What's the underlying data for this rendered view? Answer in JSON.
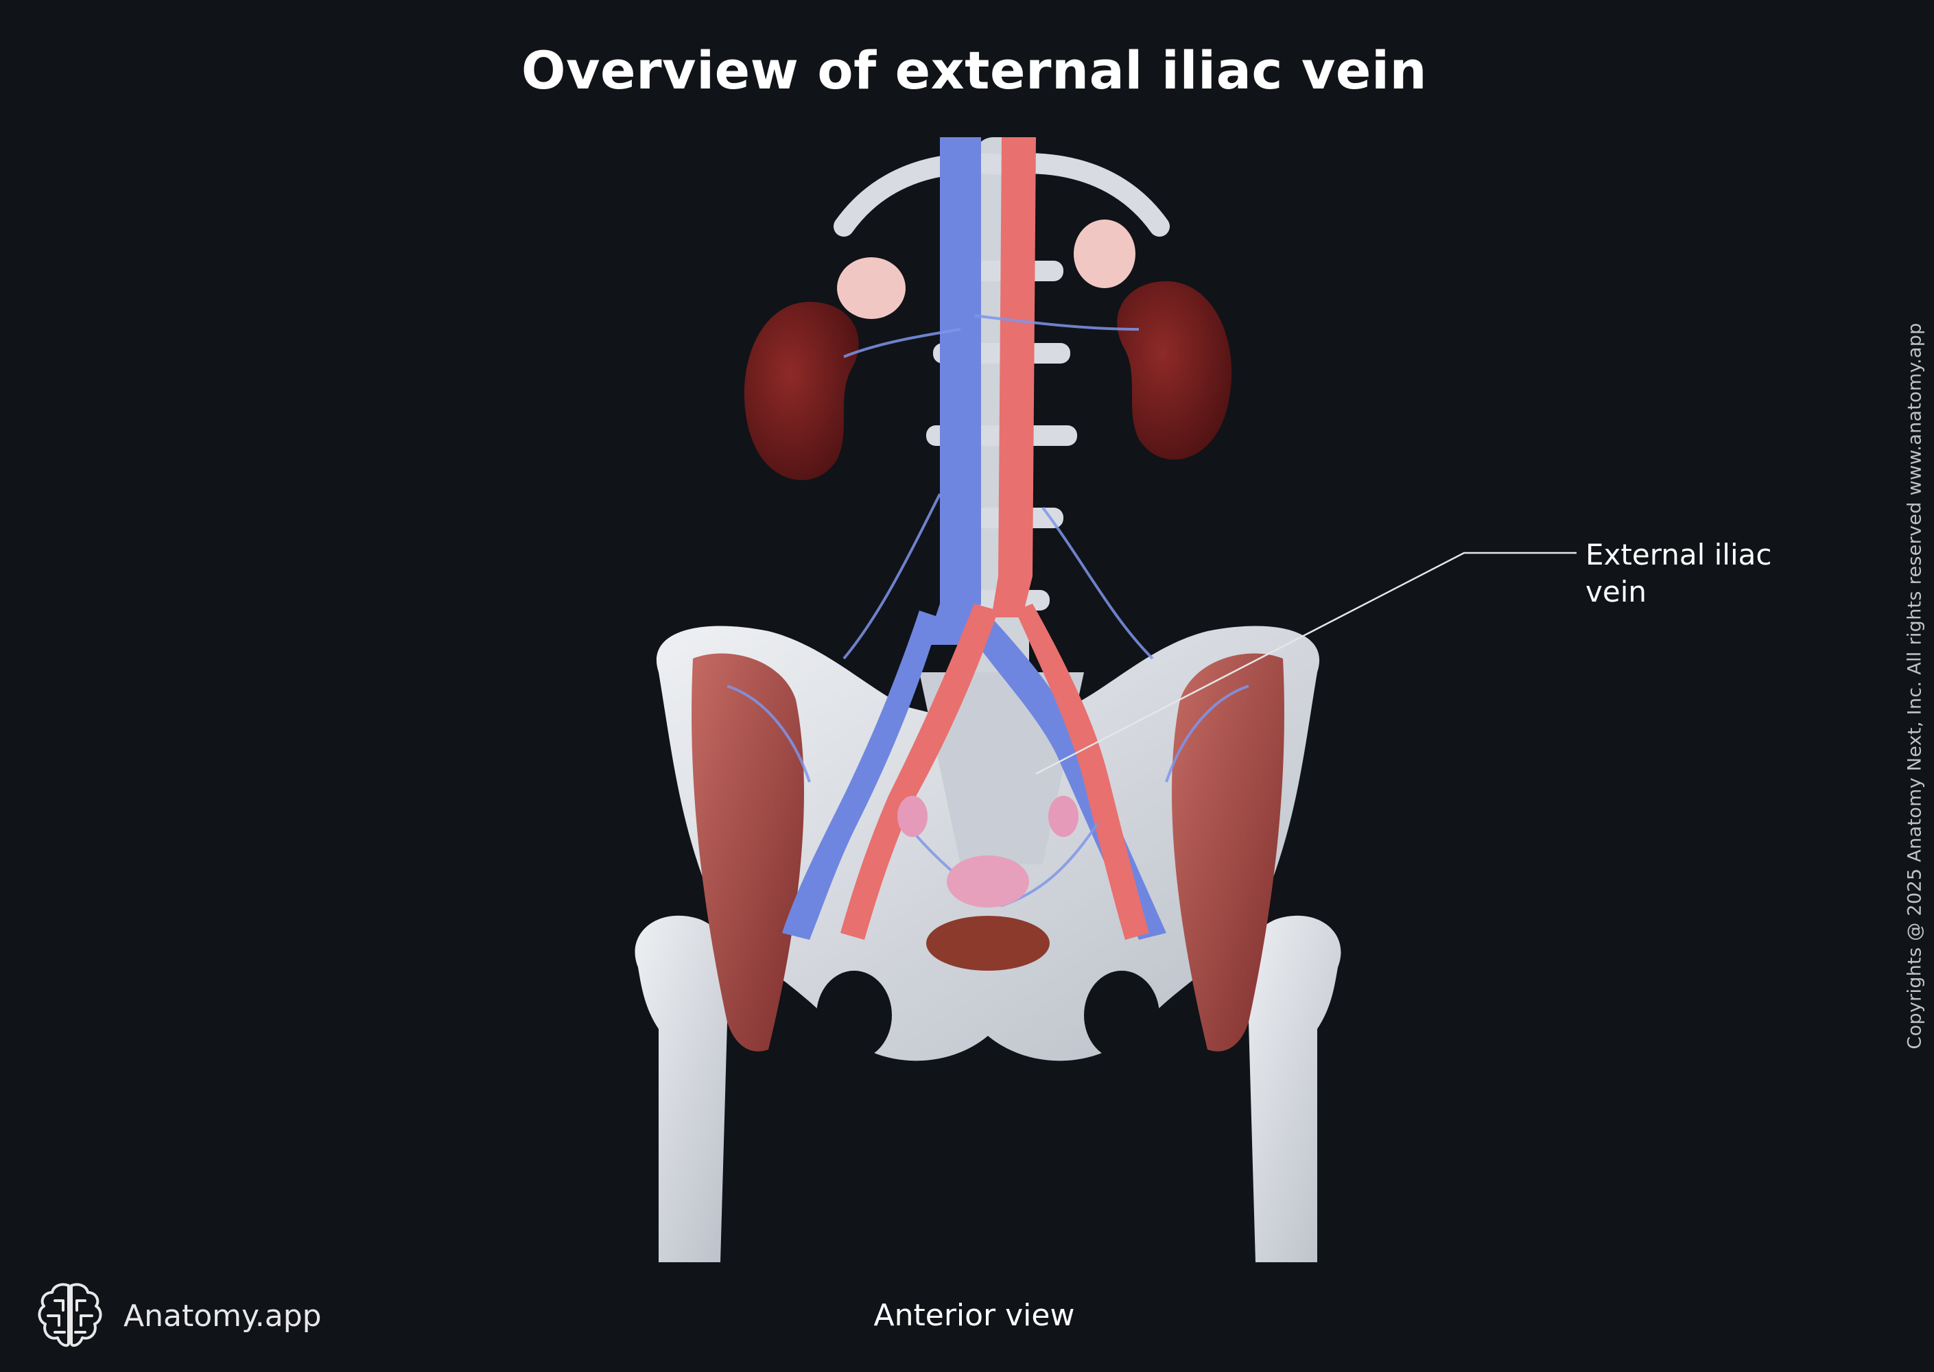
{
  "title": "Overview of external iliac vein",
  "labels": [
    {
      "text": "External iliac\nvein",
      "line1": "External iliac",
      "line2": "vein"
    }
  ],
  "view_caption": "Anterior view",
  "brand": {
    "name": "Anatomy.app",
    "icon": "brain-logo-icon"
  },
  "copyright": "Copyrights @ 2025 Anatomy Next, Inc. All rights reserved www.anatomy.app",
  "colors": {
    "background": "#101318",
    "text": "#ffffff",
    "vein": "#6f86e0",
    "artery": "#e8706f",
    "bone": "#d9dde3",
    "muscle": "#a44a46",
    "kidney": "#6e1c1c"
  }
}
